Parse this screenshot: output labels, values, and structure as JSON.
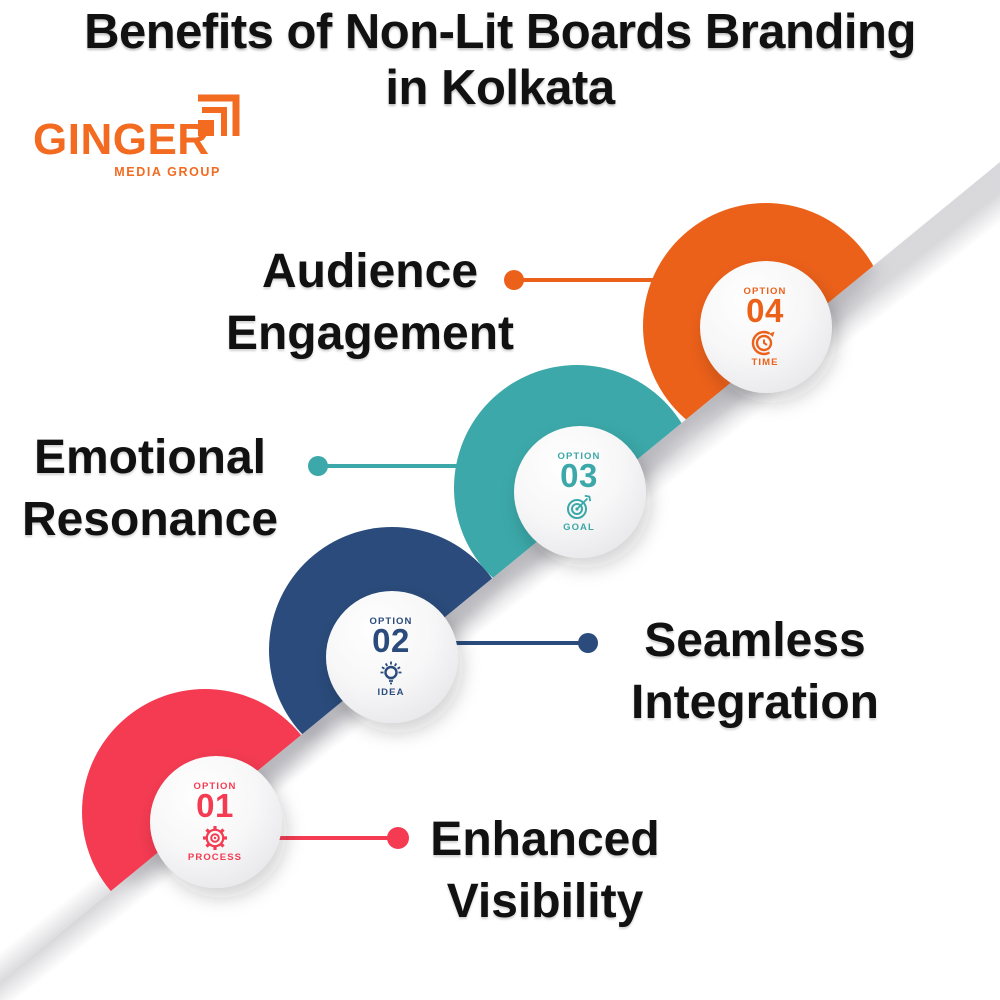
{
  "title": {
    "line1": "Benefits of Non-Lit Boards Branding",
    "line2": "in Kolkata"
  },
  "logo": {
    "name": "GINGER",
    "tagline": "MEDIA GROUP",
    "color": "#F26B21"
  },
  "colors": {
    "background": "#FFFFFF",
    "text": "#111111",
    "red": "#F43B52",
    "navy": "#2A4B7B",
    "teal": "#3CA8A9",
    "orange": "#EC611A"
  },
  "options": [
    {
      "option_label": "OPTION",
      "number": "01",
      "category": "PROCESS",
      "benefit": "Enhanced Visibility",
      "color": "#F43B52",
      "icon": "gear-icon"
    },
    {
      "option_label": "OPTION",
      "number": "02",
      "category": "IDEA",
      "benefit": "Seamless Integration",
      "color": "#2A4B7B",
      "icon": "lightbulb-icon"
    },
    {
      "option_label": "OPTION",
      "number": "03",
      "category": "GOAL",
      "benefit": "Emotional Resonance",
      "color": "#3CA8A9",
      "icon": "target-icon"
    },
    {
      "option_label": "OPTION",
      "number": "04",
      "category": "TIME",
      "benefit": "Audience Engagement",
      "color": "#EC611A",
      "icon": "clock-icon"
    }
  ]
}
